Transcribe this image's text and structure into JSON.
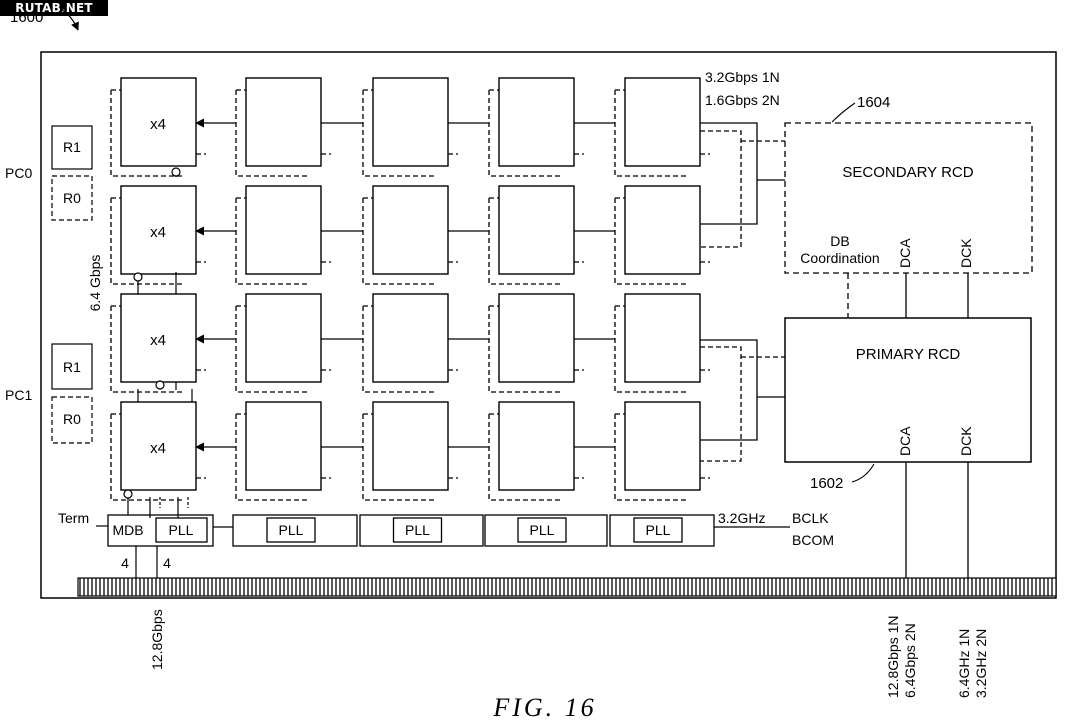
{
  "watermark": "RUTAB.NET",
  "figure_ref": "1600",
  "caption": "FIG. 16",
  "ranks": {
    "pc0": "PC0",
    "pc1": "PC1",
    "r1": "R1",
    "r0": "R0"
  },
  "dram": {
    "x4": "x4",
    "link_rate": "6.4 Gbps"
  },
  "data_rate": {
    "line1": "3.2Gbps 1N",
    "line2": "1.6Gbps 2N"
  },
  "secondary_rcd": {
    "ref": "1604",
    "title": "SECONDARY RCD",
    "db_coord_1": "DB",
    "db_coord_2": "Coordination",
    "dca": "DCA",
    "dck": "DCK"
  },
  "primary_rcd": {
    "ref": "1602",
    "title": "PRIMARY RCD",
    "dca": "DCA",
    "dck": "DCK"
  },
  "buffer": {
    "term": "Term",
    "mdb": "MDB",
    "pll": "PLL",
    "width_a": "4",
    "width_b": "4",
    "host_rate": "12.8Gbps",
    "clock": "3.2GHz",
    "bclk": "BCLK",
    "bcom": "BCOM"
  },
  "edge": {
    "dca_rate_1": "12.8Gbps 1N",
    "dca_rate_2": "6.4Gbps 2N",
    "dck_rate_1": "6.4GHz 1N",
    "dck_rate_2": "3.2GHz 2N"
  }
}
